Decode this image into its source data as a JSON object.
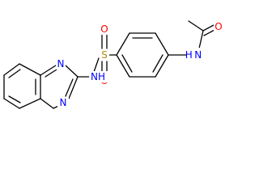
{
  "molecule": {
    "atoms": [
      {
        "id": "o-carbonyl",
        "label": "O",
        "color": "#ff0000"
      },
      {
        "id": "n-amide",
        "label": "H N",
        "color": "#0000ff"
      },
      {
        "id": "s-sulfonyl",
        "label": "S",
        "color": "#b8860b"
      },
      {
        "id": "o-sulfonyl-top",
        "label": "O",
        "color": "#ff0000"
      },
      {
        "id": "o-sulfonyl-bottom",
        "label": "O",
        "color": "#ff0000"
      },
      {
        "id": "n-sulfonamide",
        "label": "NH",
        "color": "#0000ff"
      },
      {
        "id": "n-quinoxaline-1",
        "label": "N",
        "color": "#0000ff"
      },
      {
        "id": "n-quinoxaline-4",
        "label": "N",
        "color": "#0000ff"
      }
    ]
  }
}
